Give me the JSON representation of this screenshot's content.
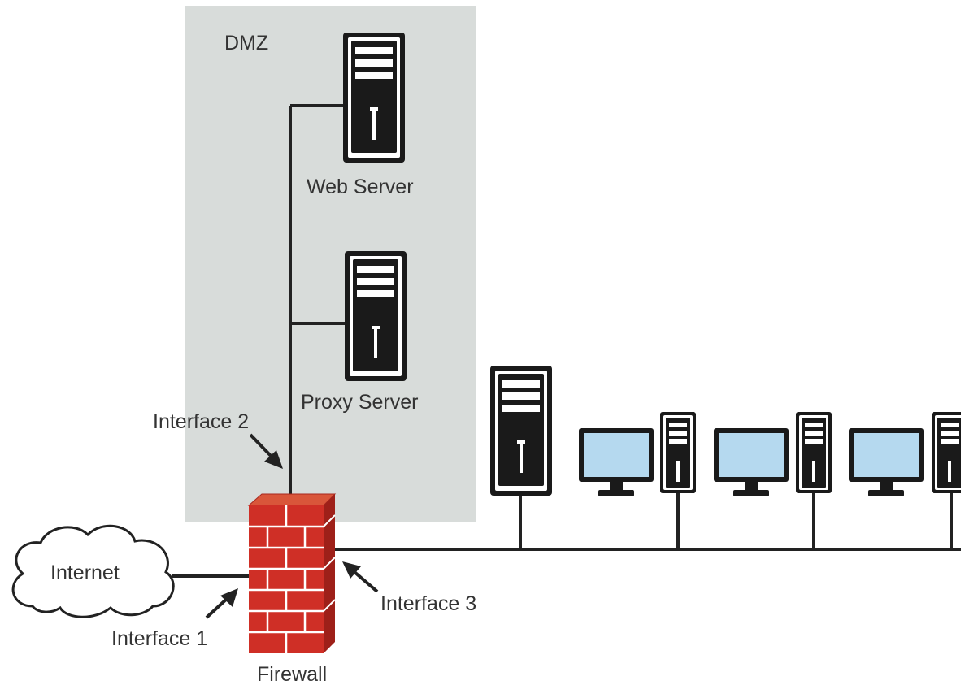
{
  "zone": {
    "label": "DMZ",
    "fill": "#d8dcda"
  },
  "nodes": {
    "web_server": {
      "label": "Web Server",
      "icon": "server-icon"
    },
    "proxy_server": {
      "label": "Proxy Server",
      "icon": "server-icon"
    },
    "internet": {
      "label": "Internet",
      "icon": "cloud-icon"
    },
    "firewall": {
      "label": "Firewall",
      "icon": "firewall-brick-icon"
    },
    "lan_server": {
      "icon": "server-icon"
    },
    "workstations": [
      {
        "icon": "desktop-computer-icon"
      },
      {
        "icon": "desktop-computer-icon"
      },
      {
        "icon": "desktop-computer-icon"
      }
    ]
  },
  "interfaces": {
    "interface_1": "Interface 1",
    "interface_2": "Interface 2",
    "interface_3": "Interface 3"
  },
  "colors": {
    "brick": "#cf2f26",
    "brick_top": "#d9563a",
    "monitor_screen": "#b5d9ef",
    "device_body": "#1a1a1a"
  }
}
